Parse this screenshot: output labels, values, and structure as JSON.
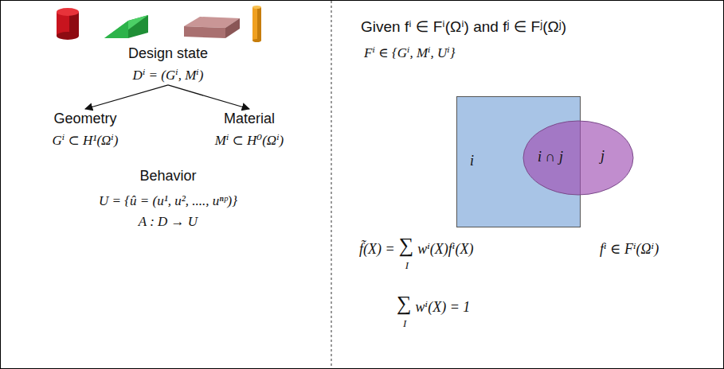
{
  "diagram": {
    "nodes": [
      {
        "text": [
          "Design state",
          "Dⁱ = (Gⁱ, Mⁱ)"
        ]
      },
      {
        "text": [
          "Geometry",
          "Gⁱ ⊂ H¹(Ωⁱ)"
        ]
      },
      {
        "text": [
          "Material",
          "Mⁱ ⊂ H⁰(Ωⁱ)"
        ]
      },
      {
        "text": [
          "i"
        ]
      },
      {
        "text": [
          "j"
        ]
      }
    ],
    "edges": [
      {
        "from": 0,
        "to": 1,
        "arrow": "to"
      },
      {
        "from": 0,
        "to": 2,
        "arrow": "to"
      }
    ],
    "labels": [
      "i ∩ j",
      "Behavior",
      "U = {û = (u¹, u², ...., uⁿᵖ)}",
      "A : D → U",
      "Given fⁱ ∈ Fⁱ(Ωⁱ) and fʲ ∈ Fʲ(Ωʲ)",
      "Fⁱ ∈ {Gⁱ, Mⁱ, Uⁱ}",
      "f̃(X) =",
      "∑",
      "I",
      "wⁱ(X)fⁱ(X)",
      "fⁱ ∈ Fⁱ(Ωⁱ)",
      "∑",
      "I",
      "wⁱ(X) = 1"
    ]
  }
}
